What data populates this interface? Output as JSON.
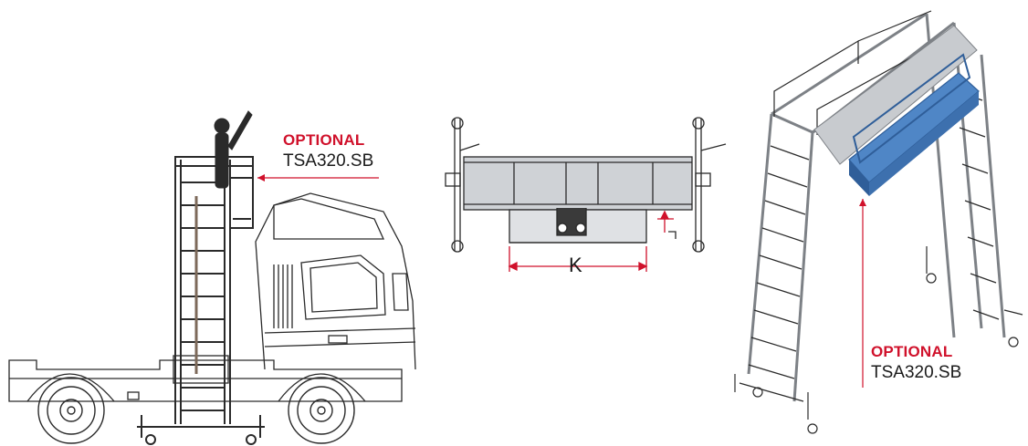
{
  "colors": {
    "accent_red": "#d0112b",
    "line": "#2a2a2a",
    "steel": "#b9bcc0",
    "steel_dark": "#7d8186",
    "blue_option": "#4f86c6",
    "blue_option_dark": "#2f5e99"
  },
  "side_view": {
    "option_label": "OPTIONAL",
    "option_code": "TSA320.SB"
  },
  "top_view": {
    "dimension_label": "K"
  },
  "iso_view": {
    "option_label": "OPTIONAL",
    "option_code": "TSA320.SB"
  }
}
